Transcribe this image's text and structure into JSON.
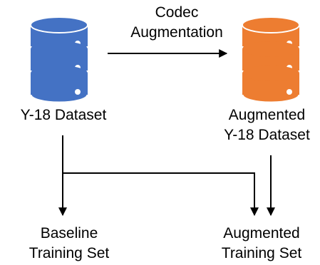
{
  "arrow_label": [
    "Codec",
    "Augmentation"
  ],
  "source": {
    "label": [
      "Y-18 Dataset"
    ],
    "color": "#4472c4",
    "icon": "database-icon"
  },
  "augmented": {
    "label": [
      "Augmented",
      "Y-18 Dataset"
    ],
    "color": "#ed7d31",
    "icon": "database-icon"
  },
  "baseline_set": {
    "label": [
      "Baseline",
      "Training Set"
    ]
  },
  "augmented_set": {
    "label": [
      "Augmented",
      "Training Set"
    ]
  }
}
